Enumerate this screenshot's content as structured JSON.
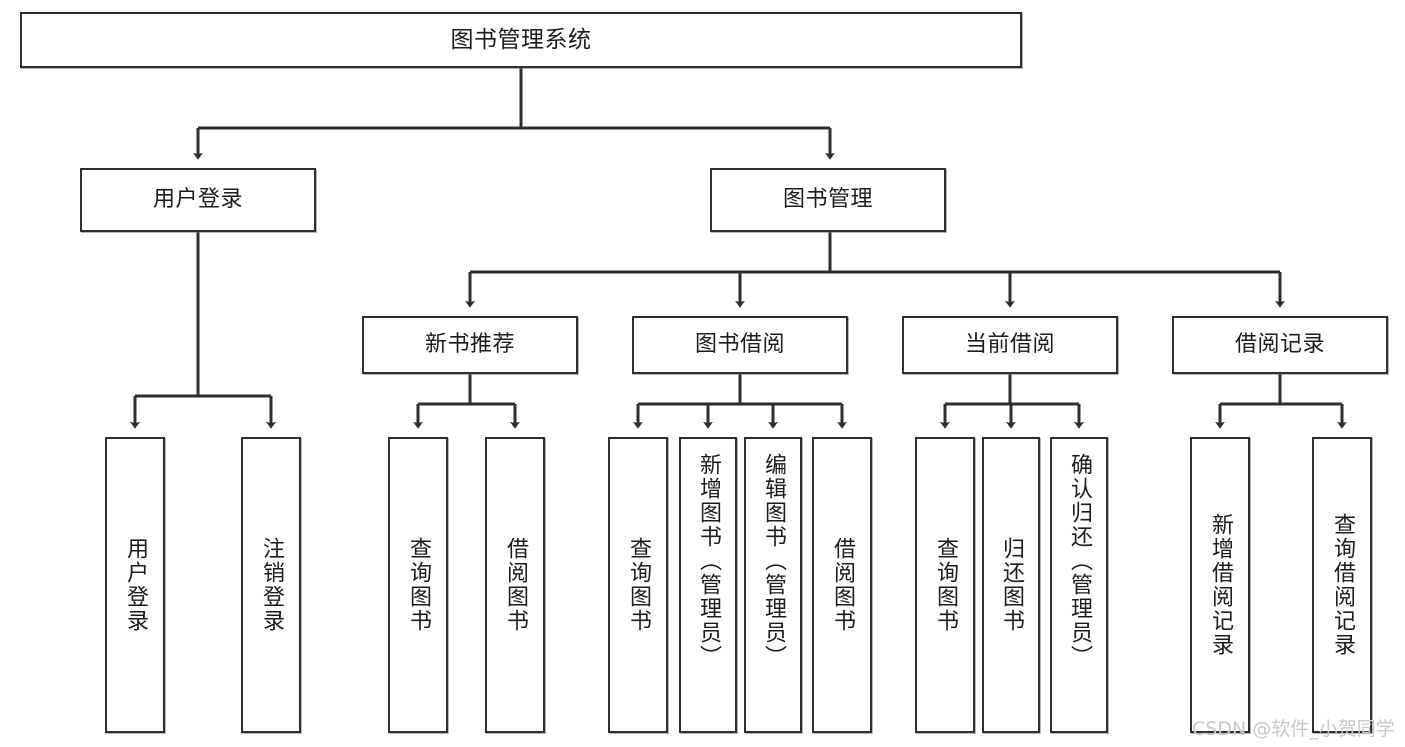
{
  "diagram": {
    "title": "图书管理系统",
    "type": "tree",
    "orientation": "top-down",
    "colors": {
      "node_border": "#2e2e2e",
      "node_fill": "#ffffff",
      "edge": "#2e2e2e",
      "text": "#1c1c1c",
      "watermark": "#c9c9c9",
      "background": "#ffffff"
    },
    "nodes": {
      "root": {
        "label": "图书管理系统"
      },
      "level2": [
        {
          "id": "user-login",
          "label": "用户登录"
        },
        {
          "id": "book-management",
          "label": "图书管理"
        }
      ],
      "level3": [
        {
          "id": "new-book-recommend",
          "label": "新书推荐"
        },
        {
          "id": "book-borrow",
          "label": "图书借阅"
        },
        {
          "id": "current-borrow",
          "label": "当前借阅"
        },
        {
          "id": "borrow-record",
          "label": "借阅记录"
        }
      ],
      "leaves": {
        "user_login": [
          {
            "id": "leaf-user-login",
            "label": "用户登录"
          },
          {
            "id": "leaf-user-logout",
            "label": "注销登录"
          }
        ],
        "new_book_recommend": [
          {
            "id": "leaf-query-book-1",
            "label": "查询图书"
          },
          {
            "id": "leaf-borrow-book-1",
            "label": "借阅图书"
          }
        ],
        "book_borrow": [
          {
            "id": "leaf-query-book-2",
            "label": "查询图书"
          },
          {
            "id": "leaf-add-book",
            "label": "新增图书（管理员）"
          },
          {
            "id": "leaf-edit-book",
            "label": "编辑图书（管理员）"
          },
          {
            "id": "leaf-borrow-book-2",
            "label": "借阅图书"
          }
        ],
        "current_borrow": [
          {
            "id": "leaf-query-book-3",
            "label": "查询图书"
          },
          {
            "id": "leaf-return-book",
            "label": "归还图书"
          },
          {
            "id": "leaf-confirm-return",
            "label": "确认归还（管理员）"
          }
        ],
        "borrow_record": [
          {
            "id": "leaf-add-record",
            "label": "新增借阅记录"
          },
          {
            "id": "leaf-query-record",
            "label": "查询借阅记录"
          }
        ]
      }
    },
    "watermark": "CSDN @软件_小贺同学"
  }
}
